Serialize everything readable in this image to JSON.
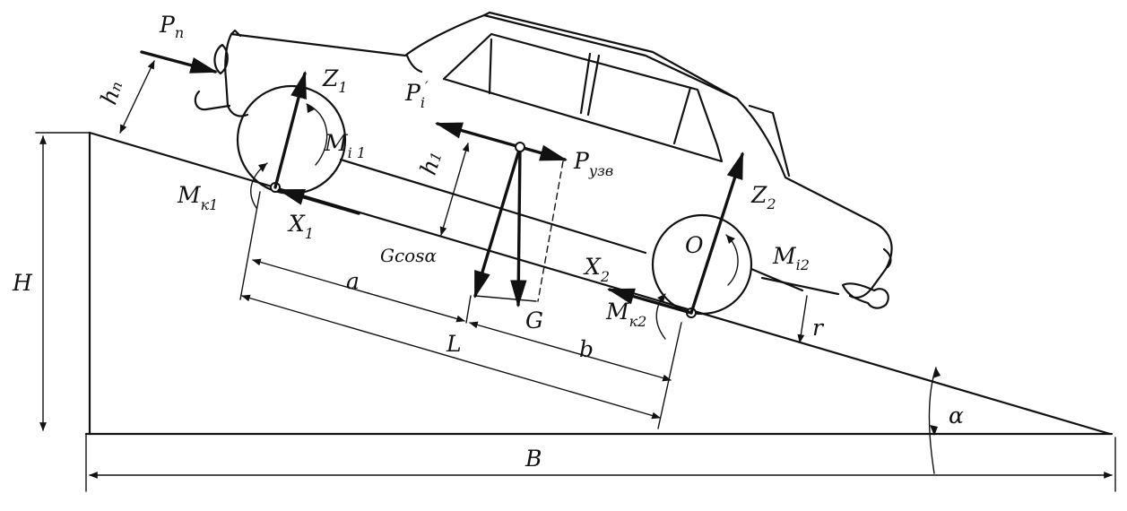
{
  "labels": {
    "P_main": "P",
    "P_sub": "п",
    "hp_main": "h",
    "hp_sub": "п",
    "Z1_main": "Z",
    "Z1_sub": "1",
    "Pi_main": "P",
    "Pi_sub": "i",
    "Pi_prime": "′",
    "Mi1_main": "M",
    "Mi1_sub": "i 1",
    "Mk1_main": "M",
    "Mk1_sub": "к1",
    "X1_main": "X",
    "X1_sub": "1",
    "h1_main": "h",
    "h1_sub": "1",
    "Puzv_main": "P",
    "Puzv_sub": "узв",
    "Gcos": "Gcosα",
    "a": "a",
    "L": "L",
    "G": "G",
    "b": "b",
    "Z2_main": "Z",
    "Z2_sub": "2",
    "O": "O",
    "X2_main": "X",
    "X2_sub": "2",
    "Mi2_main": "M",
    "Mi2_sub": "i2",
    "Mk2_main": "M",
    "Mk2_sub": "к2",
    "r": "r",
    "H": "H",
    "B": "B",
    "alpha": "α"
  }
}
